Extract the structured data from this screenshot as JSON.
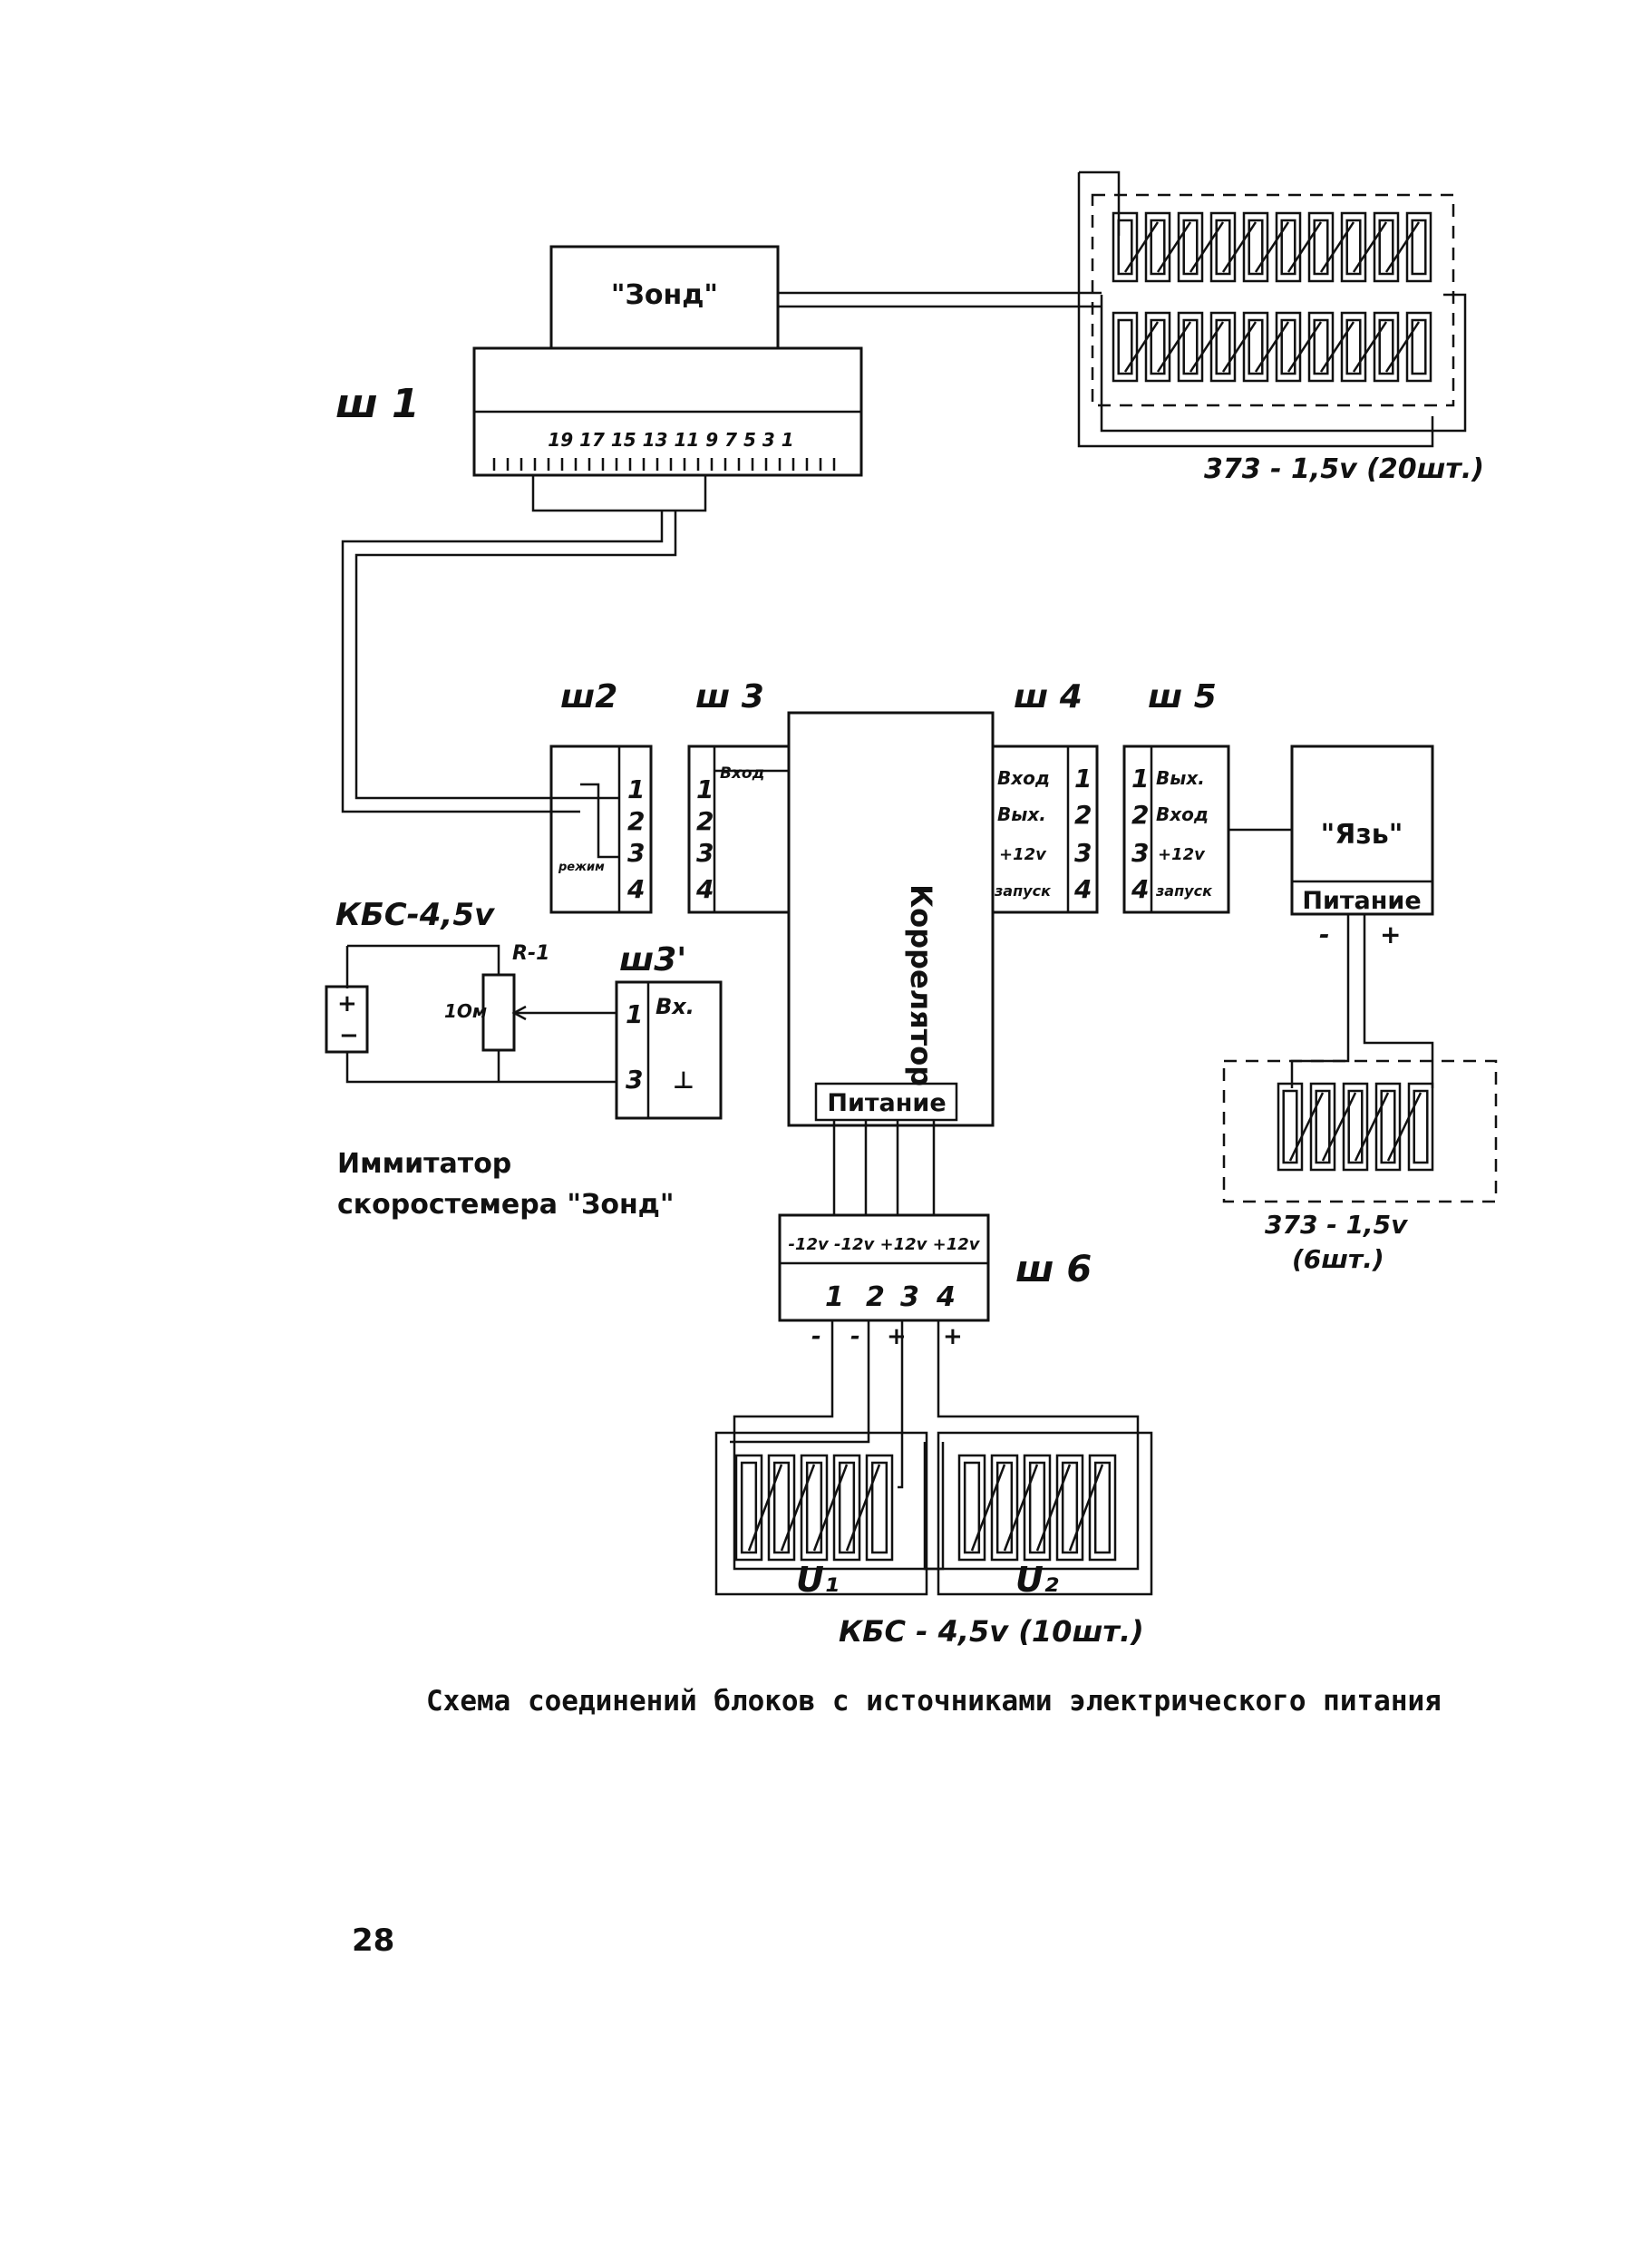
{
  "caption": "Схема соединений блоков с источниками электрического питания",
  "page_number": "28",
  "blocks": {
    "zond": "\"Зонд\"",
    "yaz": "\"Язь\"",
    "yaz_power": "Питание",
    "correlator": "Коррелятор",
    "correlator_power": "Питание"
  },
  "connectors": {
    "sh1": {
      "label": "ш 1",
      "pins": "19 17 15 13 11 9 7 5 3 1"
    },
    "sh2": {
      "label": "ш2",
      "pins": [
        "1",
        "2",
        "3",
        "4"
      ],
      "side": "режим"
    },
    "sh3": {
      "label": "ш 3",
      "pins": [
        "1",
        "2",
        "3",
        "4"
      ],
      "signal": "Вход"
    },
    "sh3p": {
      "label": "ш3'",
      "pins": [
        "1",
        "3"
      ],
      "signal": "Вх.",
      "ground": "⊥"
    },
    "sh4": {
      "label": "ш 4",
      "pins": [
        "1",
        "2",
        "3",
        "4"
      ],
      "signals": [
        "Вход",
        "Вых.",
        "+12v",
        "запуск"
      ]
    },
    "sh5": {
      "label": "ш 5",
      "pins": [
        "1",
        "2",
        "3",
        "4"
      ],
      "signals": [
        "Вых.",
        "Вход",
        "+12v",
        "запуск"
      ]
    },
    "sh6": {
      "label": "ш 6",
      "pins": [
        "1",
        "2",
        "3",
        "4"
      ],
      "rails": "-12v -12v +12v +12v",
      "polarity": [
        "-",
        "-",
        "+",
        "+"
      ]
    }
  },
  "batteries": {
    "top": "373 - 1,5v (20шт.)",
    "right": "373 - 1,5v",
    "right_count": "(6шт.)",
    "bottom": "КБС - 4,5v (10шт.)",
    "u1": "U₁",
    "u2": "U₂"
  },
  "simulator": {
    "source": "КБС-4,5v",
    "resistor": "R-1",
    "resistor_value": "1Ом",
    "title_line1": "Иммитатор",
    "title_line2": "скоростемера \"Зонд\""
  },
  "yaz_polarity": [
    "-",
    "+"
  ]
}
